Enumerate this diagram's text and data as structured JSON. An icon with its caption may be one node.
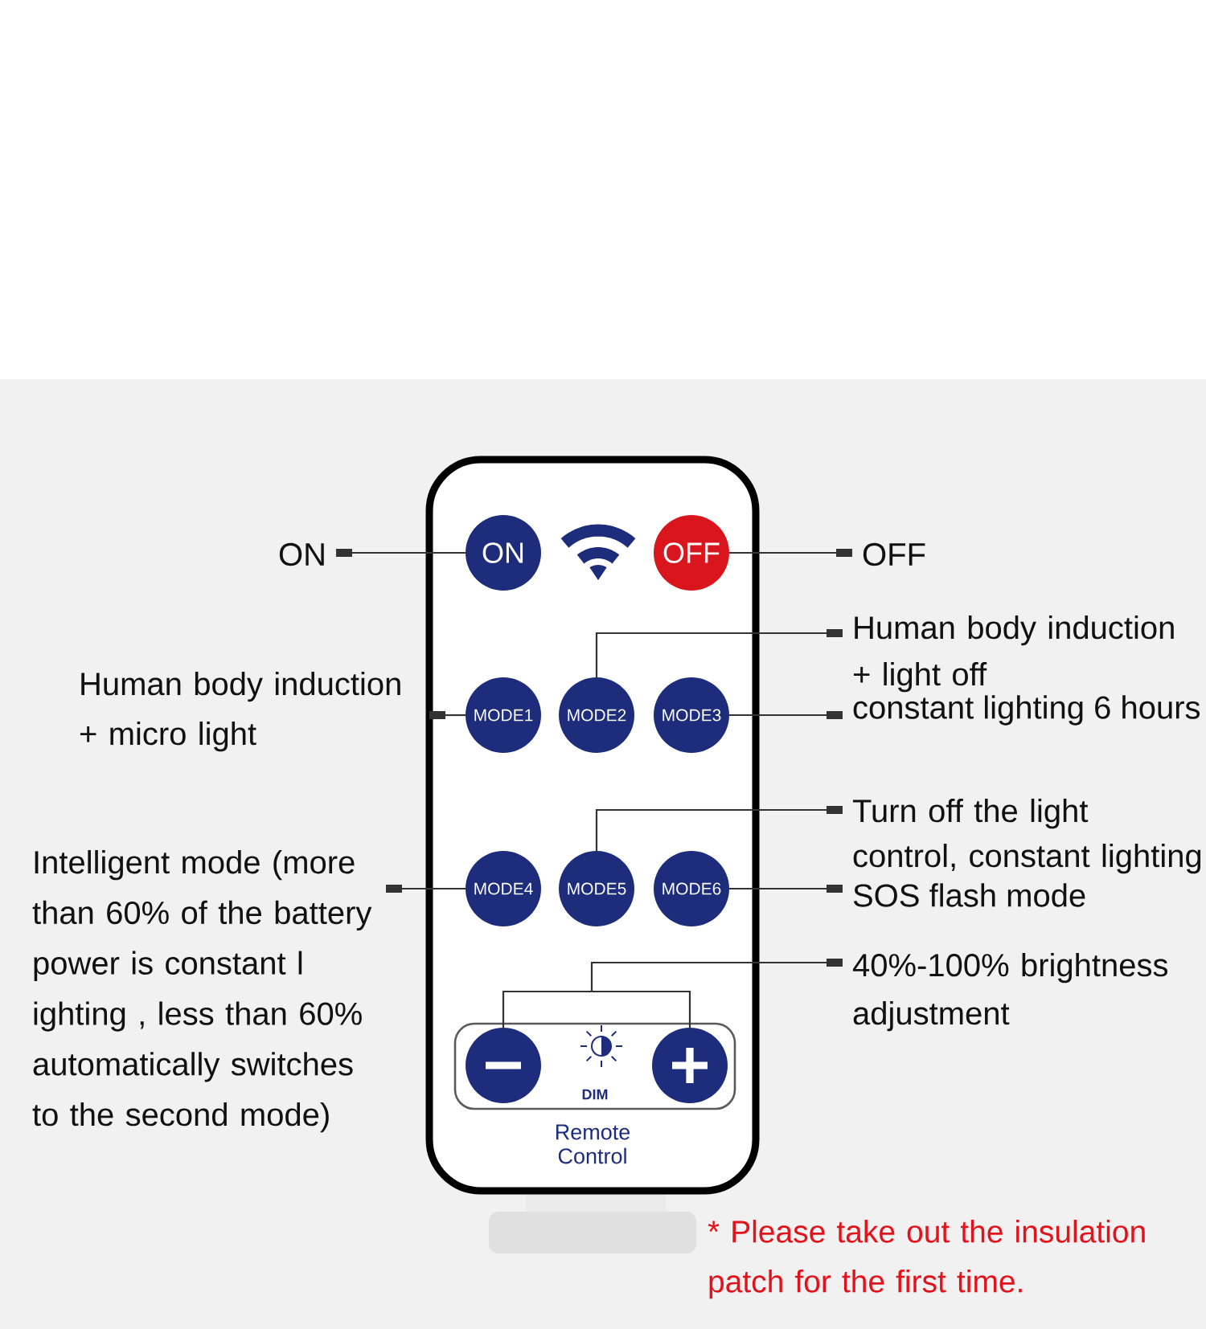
{
  "diagram": {
    "nodes": [
      {
        "text": [
          "Remote Control"
        ]
      },
      {
        "text": [
          "ON"
        ],
        "in": 0
      },
      {
        "text": [
          "OFF"
        ],
        "in": 0
      },
      {
        "text": [
          "MODE1"
        ],
        "in": 0
      },
      {
        "text": [
          "MODE2"
        ],
        "in": 0
      },
      {
        "text": [
          "MODE3"
        ],
        "in": 0
      },
      {
        "text": [
          "MODE4"
        ],
        "in": 0
      },
      {
        "text": [
          "MODE5"
        ],
        "in": 0
      },
      {
        "text": [
          "MODE6"
        ],
        "in": 0
      },
      {
        "text": [
          "DIM"
        ],
        "in": 0
      },
      {
        "text": [],
        "shape": "circle",
        "in": 9
      },
      {
        "text": [],
        "shape": "circle",
        "in": 9
      },
      {
        "text": [
          "ON"
        ]
      },
      {
        "text": [
          "OFF"
        ]
      },
      {
        "text": [
          "Human body induction + micro light"
        ]
      },
      {
        "text": [
          "Human body induction + light off"
        ]
      },
      {
        "text": [
          "constant lighting 6 hours"
        ]
      },
      {
        "text": [
          "Intelligent mode (more than 60% of the battery power is constant l ighting , less than 60% automatically switches to the second mode)"
        ]
      },
      {
        "text": [
          "Turn off the light control, constant lighting"
        ]
      },
      {
        "text": [
          "SOS flash mode"
        ]
      },
      {
        "text": [
          "40%-100% brightness adjustment"
        ]
      }
    ],
    "edges": [
      {
        "from": 12,
        "to": 1,
        "arrow": "other"
      },
      {
        "from": 13,
        "to": 2,
        "arrow": "other"
      },
      {
        "from": 14,
        "to": 3,
        "arrow": "other"
      },
      {
        "from": 15,
        "to": 4,
        "arrow": "other"
      },
      {
        "from": 16,
        "to": 5,
        "arrow": "other"
      },
      {
        "from": 17,
        "to": 6,
        "arrow": "other"
      },
      {
        "from": 18,
        "to": 7,
        "arrow": "other"
      },
      {
        "from": 19,
        "to": 8,
        "arrow": "other"
      },
      {
        "from": 20,
        "to": 10,
        "arrow": "other"
      },
      {
        "from": 20,
        "to": 11,
        "arrow": "other"
      }
    ],
    "labels": [
      "* Please take out the insulation patch for the first time."
    ]
  }
}
